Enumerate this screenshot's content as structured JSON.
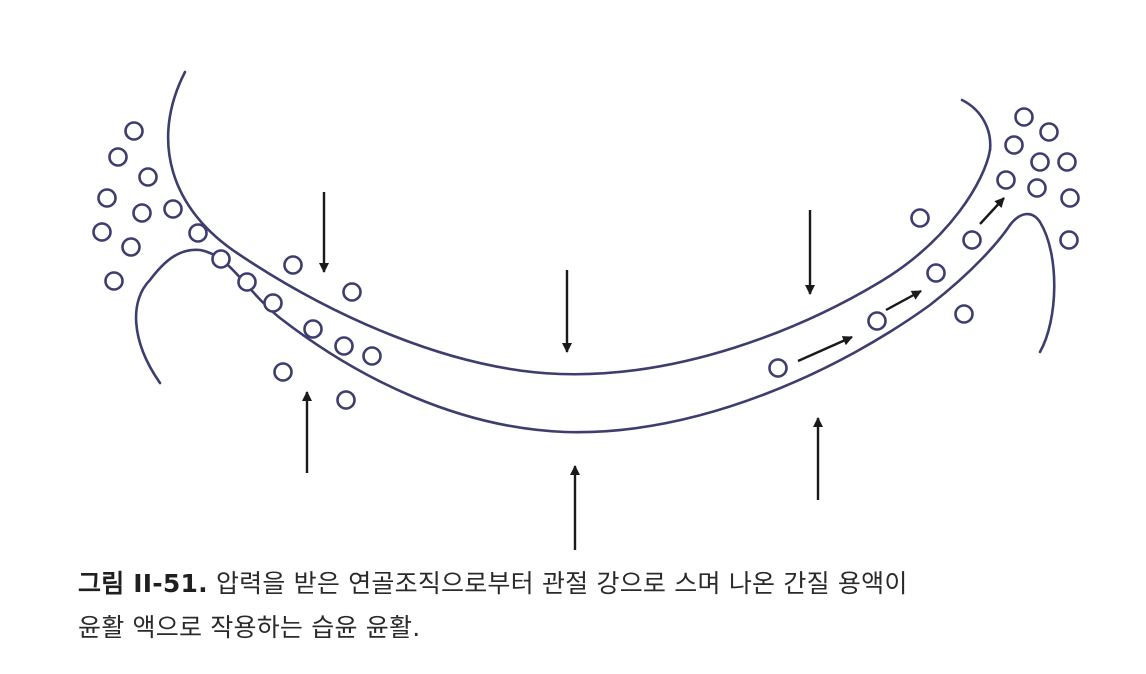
{
  "caption": {
    "figure_number": "그림 II-51.",
    "line1": "압력을 받은 연골조직으로부터 관절 강으로 스며 나온 간질 용액이",
    "line2": "윤활 액으로 작용하는 습윤 윤활."
  },
  "colors": {
    "tissue_outline": "#3d3d6e",
    "arrows": "#1a1a1a",
    "caption_text": "#2a2a2a"
  }
}
